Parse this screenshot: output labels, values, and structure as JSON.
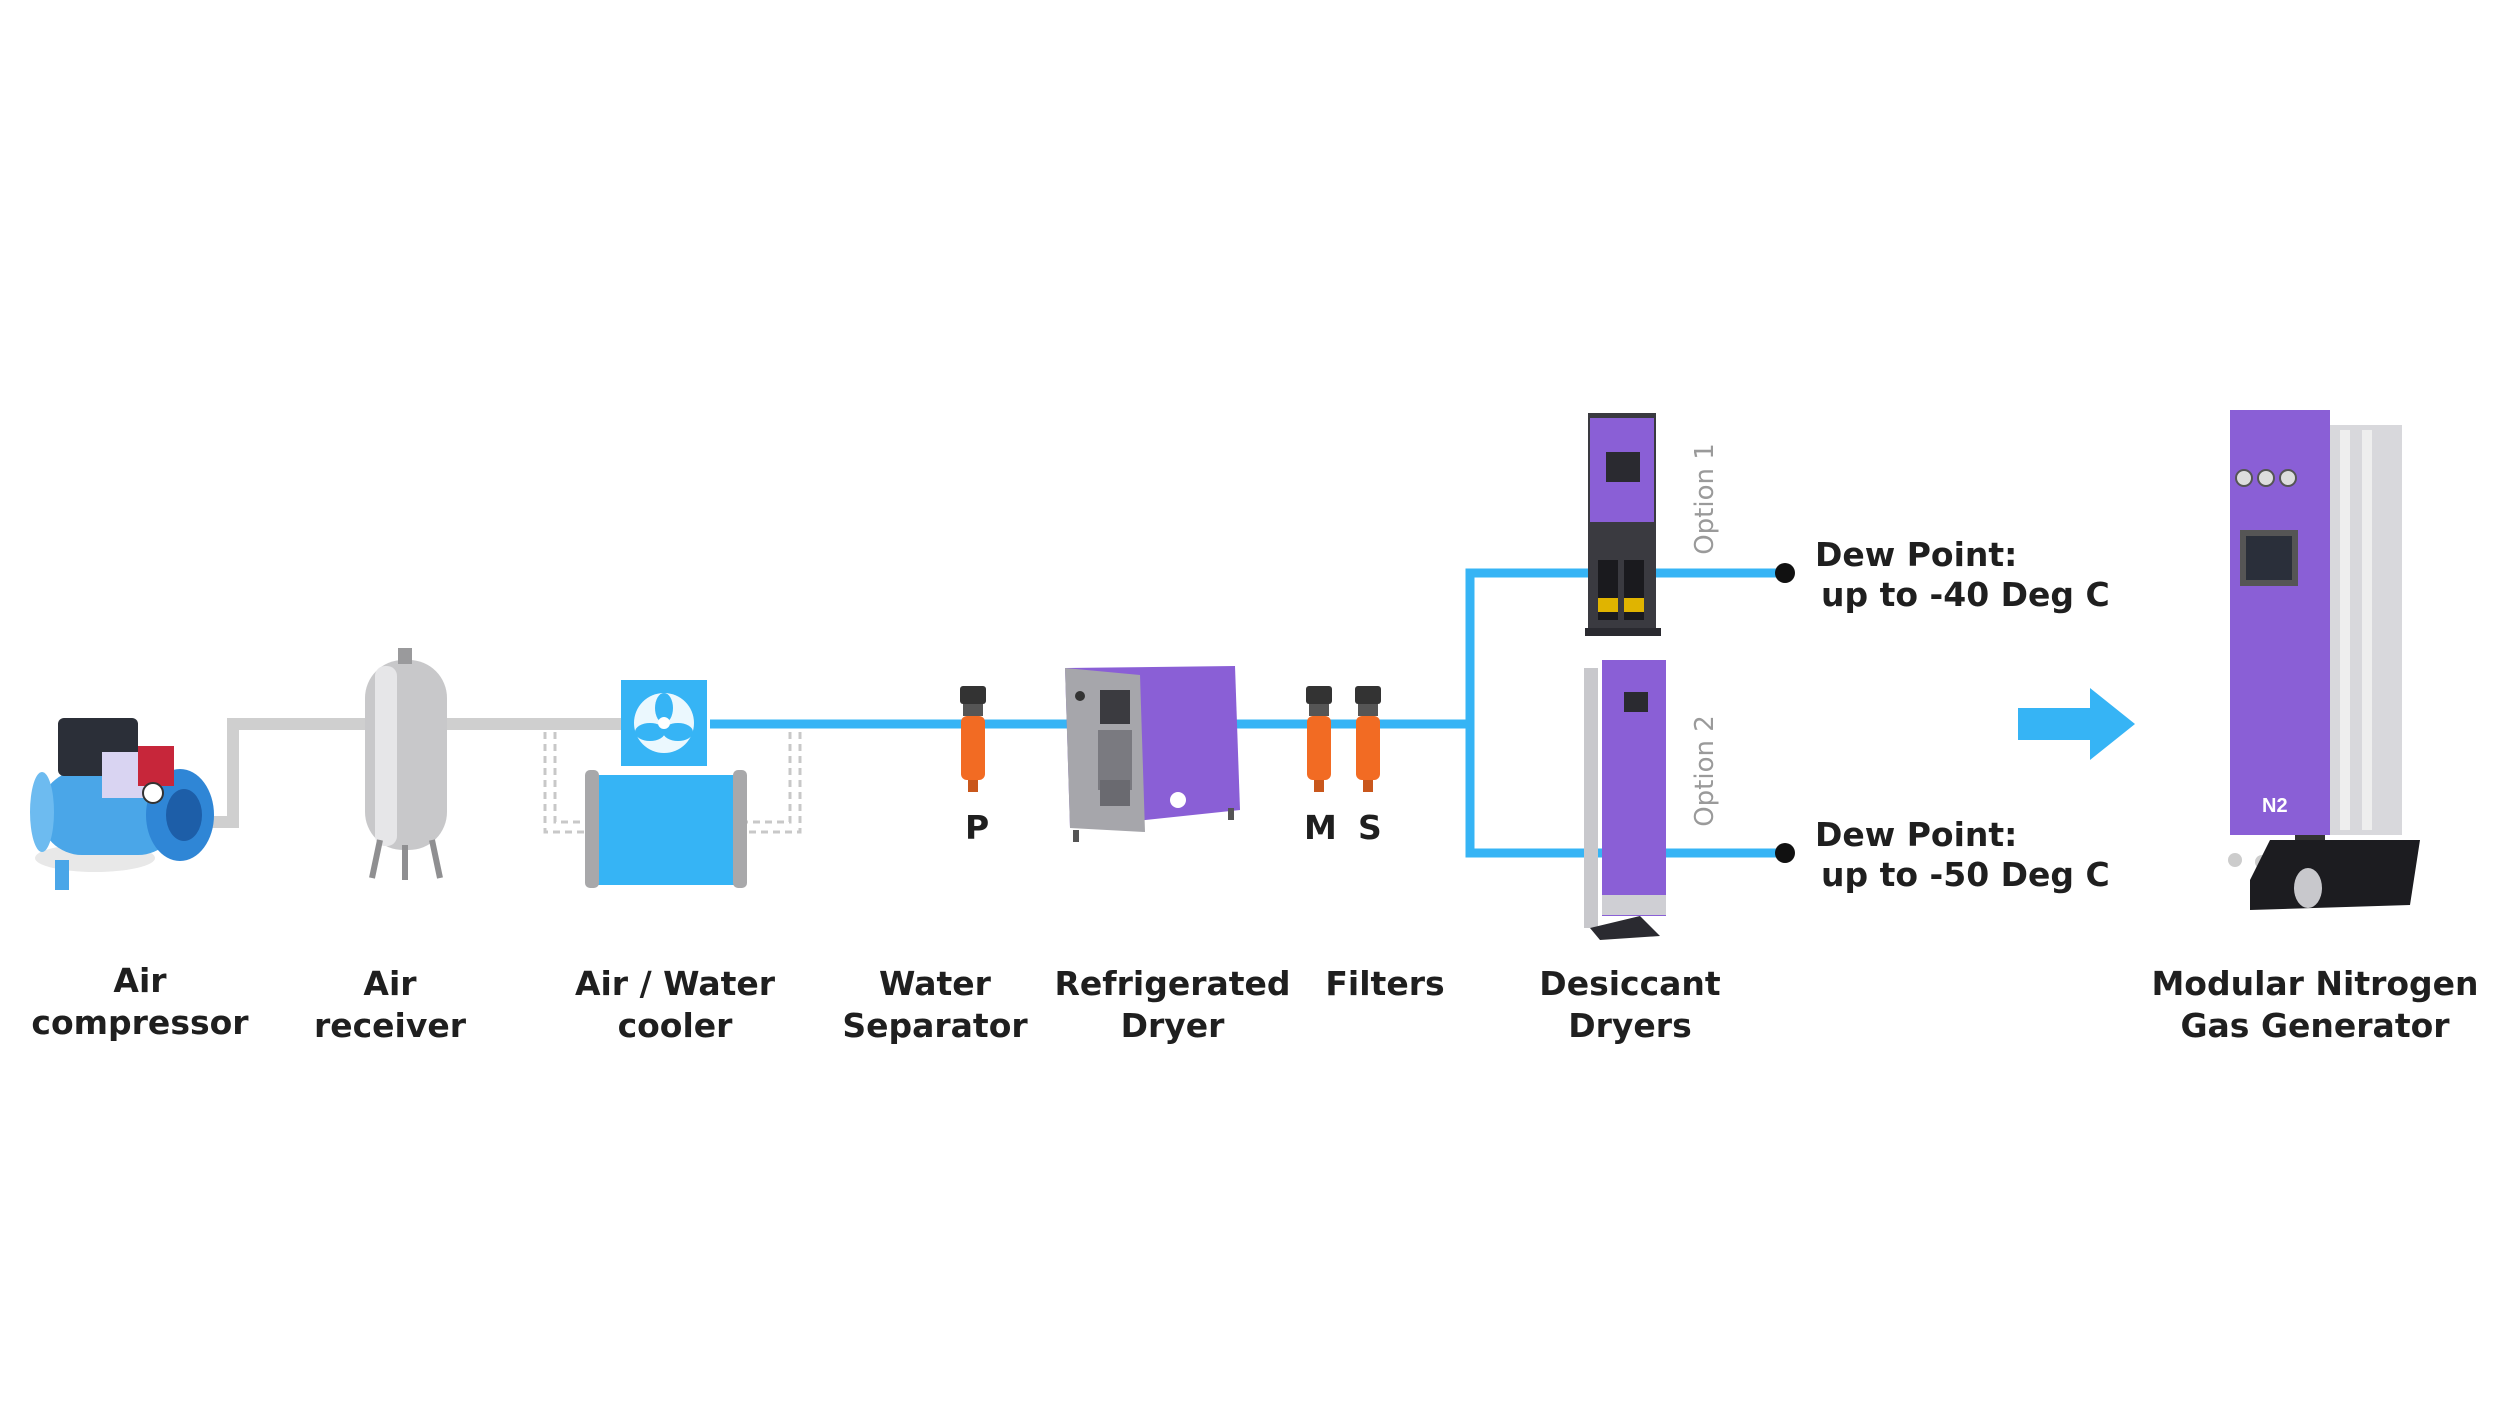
{
  "colors": {
    "pipe_blue": "#36b4f5",
    "pipe_grey": "#cfcfcf",
    "equipment_purple": "#8a5fd6",
    "filter_orange": "#f26b23",
    "label_text": "#1f1f1f",
    "option_text": "#9a9a9a"
  },
  "stages": {
    "air_compressor": [
      "Air",
      "compressor"
    ],
    "air_receiver": [
      "Air",
      "receiver"
    ],
    "cooler": [
      "Air / Water",
      "cooler"
    ],
    "water_separator": [
      "Water",
      "Separator"
    ],
    "refrigerated_dryer": [
      "Refrigerated",
      "Dryer"
    ],
    "filters": [
      "Filters"
    ],
    "desiccant_dryers": [
      "Desiccant",
      "Dryers"
    ],
    "nitrogen_generator": [
      "Modular Nitrogen",
      "Gas Generator"
    ]
  },
  "filter_letters": {
    "p": "P",
    "m": "M",
    "s": "S"
  },
  "dryer_options": {
    "option1": {
      "label": "Option 1",
      "dew_title": "Dew Point:",
      "dew_value": "up to -40 Deg C"
    },
    "option2": {
      "label": "Option 2",
      "dew_title": "Dew Point:",
      "dew_value": "up to -50 Deg C"
    }
  },
  "generator_badge": "N2",
  "icons": [
    "compressor-icon",
    "receiver-tank-icon",
    "fan-icon",
    "cooler-icon",
    "filter-icon",
    "dryer-icon",
    "desiccant-dryer-icon",
    "nitrogen-generator-icon",
    "arrow-right-icon"
  ]
}
